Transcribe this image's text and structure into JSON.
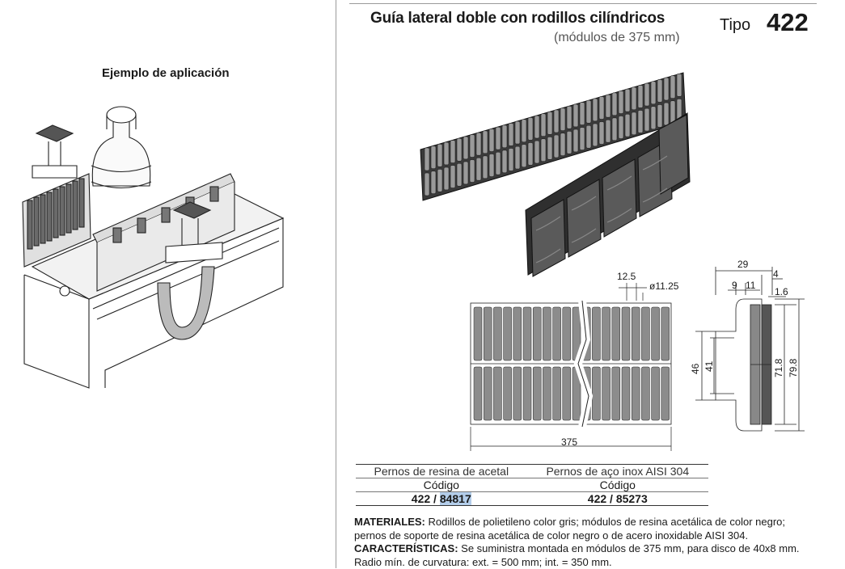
{
  "left": {
    "title": "Ejemplo de aplicación"
  },
  "header": {
    "title": "Guía lateral doble con rodillos cilíndricos",
    "subtitle": "(módulos de 375 mm)",
    "tipo_label": "Tipo",
    "tipo_number": "422"
  },
  "drawing": {
    "dim_pitch": "12.5",
    "dim_diameter": "ø11.25",
    "dim_length": "375",
    "dim_29": "29",
    "dim_4": "4",
    "dim_9": "9",
    "dim_11": "11",
    "dim_1_6": "1.6",
    "dim_46": "46",
    "dim_41": "41",
    "dim_71_8": "71.8",
    "dim_79_8": "79.8"
  },
  "codes": {
    "col1_header": "Pernos de resina de acetal",
    "col2_header": "Pernos de aço inox AISI 304",
    "col1_code_label": "Código",
    "col2_code_label": "Código",
    "col1_prefix": "422 / ",
    "col1_code": "84817",
    "col2_value": "422 / 85273"
  },
  "notes": {
    "materiales_label": "MATERIALES:",
    "materiales_line1": " Rodillos de polietileno color gris; módulos de resina acetálica de color negro;",
    "materiales_line2": "pernos de soporte de resina acetálica de color negro o de acero inoxidable AISI 304.",
    "caracteristicas_label": "CARACTERÍSTICAS:",
    "caracteristicas_line1": " Se suministra montada en módulos de 375 mm, para disco de 40x8 mm.",
    "caracteristicas_line2": "Radio mín. de curvatura: ext. = 500 mm; int. = 350 mm."
  }
}
